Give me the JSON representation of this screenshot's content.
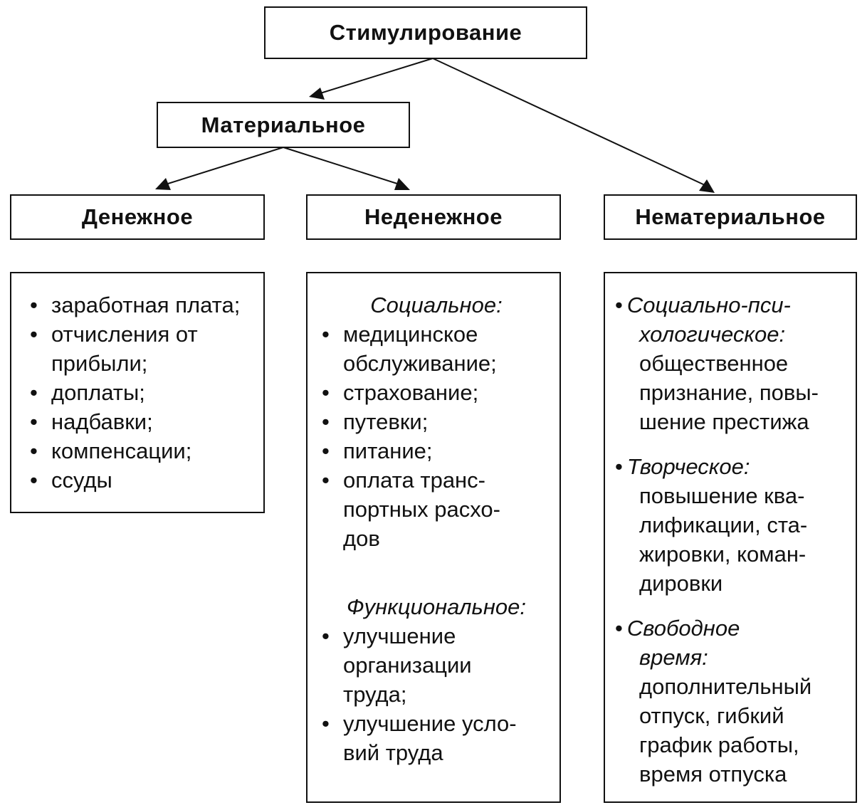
{
  "root": {
    "label": "Стимулирование"
  },
  "material": {
    "label": "Материальное"
  },
  "monetary": {
    "label": "Денежное",
    "items": [
      [
        "заработная плата;"
      ],
      [
        "отчисления от",
        "прибыли;"
      ],
      [
        "доплаты;"
      ],
      [
        "надбавки;"
      ],
      [
        "компенсации;"
      ],
      [
        "ссуды"
      ]
    ]
  },
  "nonmonetary": {
    "label": "Неденежное",
    "social": {
      "heading": "Социальное:",
      "items": [
        [
          "медицинское",
          "обслуживание;"
        ],
        [
          "страхование;"
        ],
        [
          "путевки;"
        ],
        [
          "питание;"
        ],
        [
          "оплата транс-",
          "портных расхо-",
          "дов"
        ]
      ]
    },
    "functional": {
      "heading": "Функциональное:",
      "items": [
        [
          "улучшение",
          "организации",
          "труда;"
        ],
        [
          "улучшение усло-",
          "вий труда"
        ]
      ]
    }
  },
  "nonmaterial": {
    "label": "Нематериальное",
    "groups": [
      {
        "heading": [
          "Социально-пси-",
          "хологическое:"
        ],
        "text": [
          "общественное",
          "признание, повы-",
          "шение престижа"
        ]
      },
      {
        "heading": [
          "Творческое:"
        ],
        "text": [
          "повышение ква-",
          "лификации, ста-",
          "жировки, коман-",
          "дировки"
        ]
      },
      {
        "heading": [
          "Свободное",
          "время:"
        ],
        "text": [
          "дополнительный",
          "отпуск, гибкий",
          "график работы,",
          "время отпуска"
        ]
      }
    ]
  }
}
